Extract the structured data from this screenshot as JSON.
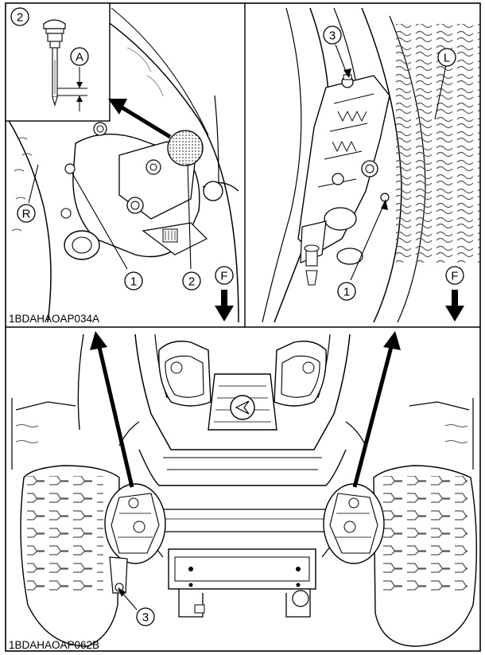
{
  "figure_codes": {
    "top_left": "1BDAHAOAP034A",
    "bottom": "1BDAHAOAP062B"
  },
  "callouts": {
    "one": "1",
    "two": "2",
    "three": "3",
    "a": "A",
    "r": "R",
    "l": "L",
    "f": "F"
  }
}
